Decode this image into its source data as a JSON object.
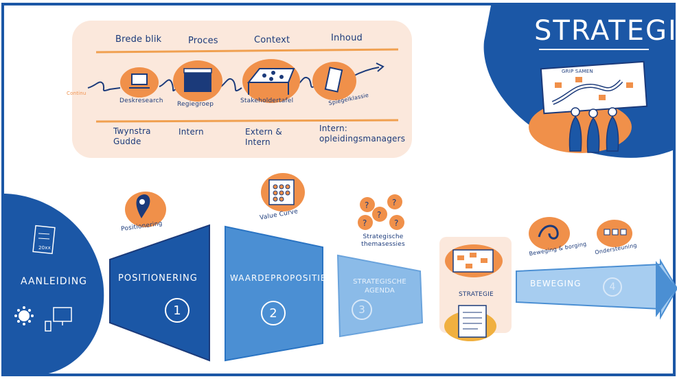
{
  "title": "STRATEGIE",
  "top_panel": {
    "columns": [
      "Brede blik",
      "Proces",
      "Context",
      "Inhoud"
    ],
    "start_label": "Continu",
    "steps": [
      "Deskresearch",
      "Regiegroep",
      "Stakeholdertafel",
      "Spiegelklassie"
    ],
    "owners": [
      "Twynstra Gudde",
      "Intern",
      "Extern & Intern",
      "Intern: opleidingsmanagers"
    ]
  },
  "billboard_tag": "GRIP SAMEN",
  "intro": {
    "label": "AANLEIDING",
    "doc_year": "20xx"
  },
  "phases": [
    {
      "label": "POSITIONERING",
      "number": "1",
      "icon_caption": "Positionering"
    },
    {
      "label": "WAARDEPROPOSITIE",
      "number": "2",
      "icon_caption": "Value Curve"
    },
    {
      "label": "STRATEGISCHE AGENDA",
      "number": "3",
      "icon_caption": "Strategische themasessies"
    },
    {
      "label": "BEWEGING",
      "number": "4",
      "icon_caption_a": "Beweging & borging",
      "icon_caption_b": "Ondersteuning"
    }
  ],
  "strategie_card": "STRATEGIE",
  "colors": {
    "navy": "#1b57a6",
    "blue": "#2a74c3",
    "mid": "#4b8fd3",
    "light": "#8bbbe8",
    "orange": "#f0904a",
    "cream": "#fbe8dc"
  }
}
